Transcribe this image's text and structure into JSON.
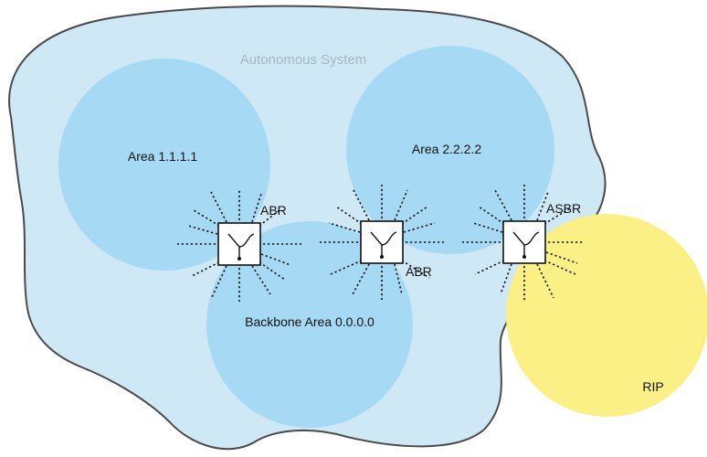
{
  "diagram": {
    "system_label": "Autonomous System",
    "areas": [
      {
        "id": "area-1",
        "label": "Area 1.1.1.1"
      },
      {
        "id": "area-2",
        "label": "Area 2.2.2.2"
      },
      {
        "id": "backbone",
        "label": "Backbone Area 0.0.0.0"
      }
    ],
    "external": {
      "label": "RIP"
    },
    "routers": [
      {
        "role": "ABR"
      },
      {
        "role": "ABR"
      },
      {
        "role": "ASBR"
      }
    ]
  },
  "colors": {
    "system_fill": "#cfe8f6",
    "system_stroke": "#4a4a4a",
    "system_label": "#a7b6c4",
    "area_fill": "#a6daf4",
    "rip_fill": "#fbf085",
    "router_fill": "#ffffff",
    "router_stroke": "#111111"
  }
}
